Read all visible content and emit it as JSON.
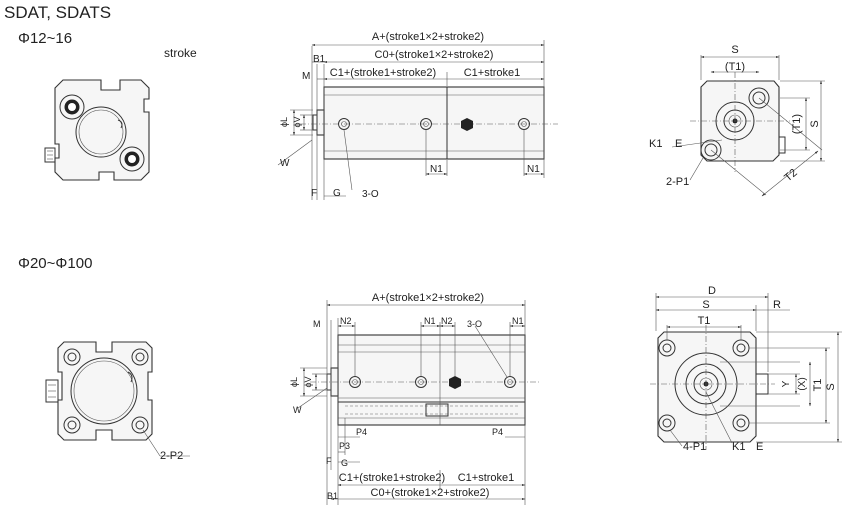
{
  "header": {
    "title": "SDAT, SDATS",
    "range_small": "Φ12~16",
    "range_large": "Φ20~Φ100",
    "stroke_note": "stroke"
  },
  "small": {
    "side": {
      "A": "A+(stroke1×2+stroke2)",
      "C0": "C0+(stroke1×2+stroke2)",
      "C1a": "C1+(stroke1+stroke2)",
      "C1b": "C1+stroke1",
      "B1": "B1",
      "M": "M",
      "L": "ϕL",
      "V": "ϕV",
      "W": "W",
      "F": "F",
      "G": "G",
      "O": "3-O",
      "N1a": "N1",
      "N1b": "N1"
    },
    "front": {
      "S": "S",
      "T1p": "(T1)",
      "T1v": "(T1)",
      "S_v": "S",
      "K1": "K1",
      "E": "E",
      "P1": "2-P1",
      "T2": "T2"
    }
  },
  "large": {
    "side": {
      "A": "A+(stroke1×2+stroke2)",
      "M": "M",
      "N2a": "N2",
      "N1a": "N1",
      "N2b": "N2",
      "O": "3-O",
      "N1b": "N1",
      "L": "ϕL",
      "V": "ϕV",
      "W": "W",
      "P4a": "P4",
      "P4b": "P4",
      "P3": "P3",
      "F": "F",
      "G": "G",
      "B1": "B1",
      "C1a": "C1+(stroke1+stroke2)",
      "C1b": "C1+stroke1",
      "C0": "C0+(stroke1×2+stroke2)"
    },
    "rear": {
      "P2": "2-P2"
    },
    "front": {
      "D": "D",
      "S": "S",
      "R": "R",
      "T1": "T1",
      "Y": "Y",
      "X": "(X)",
      "T1v": "T1",
      "S_v": "S",
      "P1": "4-P1",
      "K1": "K1",
      "E": "E"
    }
  }
}
